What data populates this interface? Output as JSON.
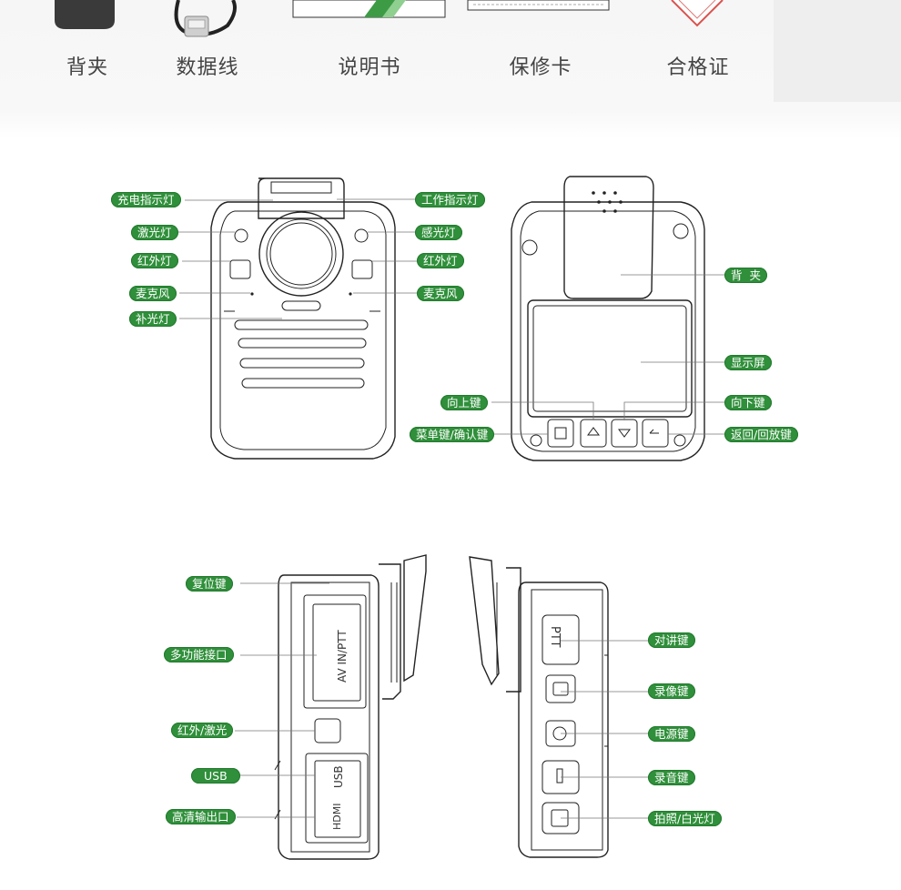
{
  "accessories": [
    {
      "label": "背夹"
    },
    {
      "label": "数据线"
    },
    {
      "label": "说明书"
    },
    {
      "label": "保修卡"
    },
    {
      "label": "合格证"
    }
  ],
  "front_callouts": {
    "left": [
      "充电指示灯",
      "激光灯",
      "红外灯",
      "麦克风",
      "补光灯"
    ],
    "right": [
      "工作指示灯",
      "感光灯",
      "红外灯",
      "麦克风"
    ]
  },
  "back_callouts": {
    "clip": "背  夹",
    "screen": "显示屏",
    "up_key": "向上键",
    "down_key": "向下键",
    "menu_key": "菜单键/确认键",
    "back_key": "返回/回放键"
  },
  "left_side_callouts": [
    "复位键",
    "多功能接口",
    "红外/激光",
    "USB",
    "高清输出口"
  ],
  "right_side_callouts": [
    "对讲键",
    "录像键",
    "电源键",
    "录音键",
    "拍照/白光灯"
  ],
  "port_labels": {
    "av": "AV IN/PTT",
    "usb": "USB",
    "hdmi": "HDMI",
    "ptt": "PTT"
  },
  "colors": {
    "accent": "#2f8f3a",
    "text": "#444444"
  }
}
